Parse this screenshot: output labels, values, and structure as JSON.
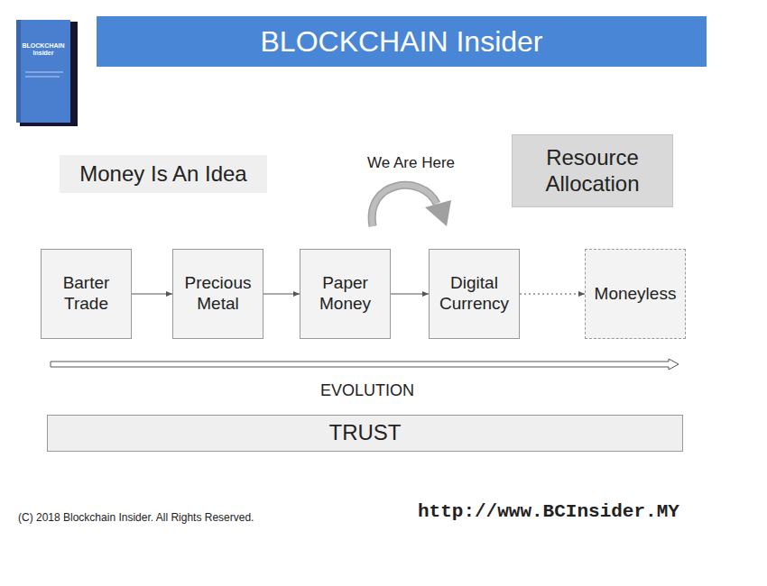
{
  "diagram": {
    "title": "BLOCKCHAIN Insider",
    "nodes": [
      {
        "text": [
          "BLOCKCHAIN Insider"
        ]
      },
      {
        "text": [
          "Money Is An Idea"
        ]
      },
      {
        "text": [
          "Resource Allocation"
        ]
      },
      {
        "text": [
          "Barter Trade"
        ]
      },
      {
        "text": [
          "Precious Metal"
        ]
      },
      {
        "text": [
          "Paper Money"
        ]
      },
      {
        "text": [
          "Digital Currency"
        ]
      },
      {
        "text": [
          "Moneyless"
        ]
      },
      {
        "text": [
          "TRUST"
        ]
      }
    ],
    "edges": [
      {
        "from": 3,
        "to": 4,
        "arrow": "to"
      },
      {
        "from": 4,
        "to": 5,
        "arrow": "to"
      },
      {
        "from": 5,
        "to": 6,
        "arrow": "to"
      },
      {
        "from": 6,
        "to": 7,
        "arrow": "to"
      }
    ],
    "labels": [
      "We Are Here",
      "EVOLUTION",
      "(C) 2018 Blockchain Insider. All Rights Reserved.",
      "http://www.BCInsider.MY"
    ]
  }
}
